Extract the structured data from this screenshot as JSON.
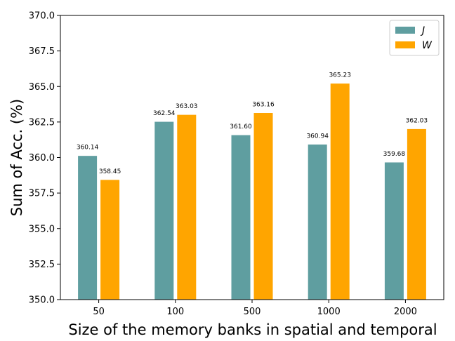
{
  "chart_data": {
    "type": "bar",
    "xlabel": "Size of the memory banks in spatial and temporal",
    "ylabel": "Sum of Acc. (%)",
    "categories": [
      "50",
      "100",
      "500",
      "1000",
      "2000"
    ],
    "ylim": [
      350.0,
      370.0
    ],
    "yticks": [
      "350.0",
      "352.5",
      "355.0",
      "357.5",
      "360.0",
      "362.5",
      "365.0",
      "367.5",
      "370.0"
    ],
    "grid": false,
    "legend_position": "top-right",
    "series": [
      {
        "name": "J",
        "color": "#5f9ea0",
        "values": [
          360.14,
          362.54,
          361.6,
          360.94,
          359.68
        ],
        "labels": [
          "360.14",
          "362.54",
          "361.60",
          "360.94",
          "359.68"
        ]
      },
      {
        "name": "W",
        "color": "#ffa500",
        "values": [
          358.45,
          363.03,
          363.16,
          365.23,
          362.03
        ],
        "labels": [
          "358.45",
          "363.03",
          "363.16",
          "365.23",
          "362.03"
        ]
      }
    ]
  }
}
